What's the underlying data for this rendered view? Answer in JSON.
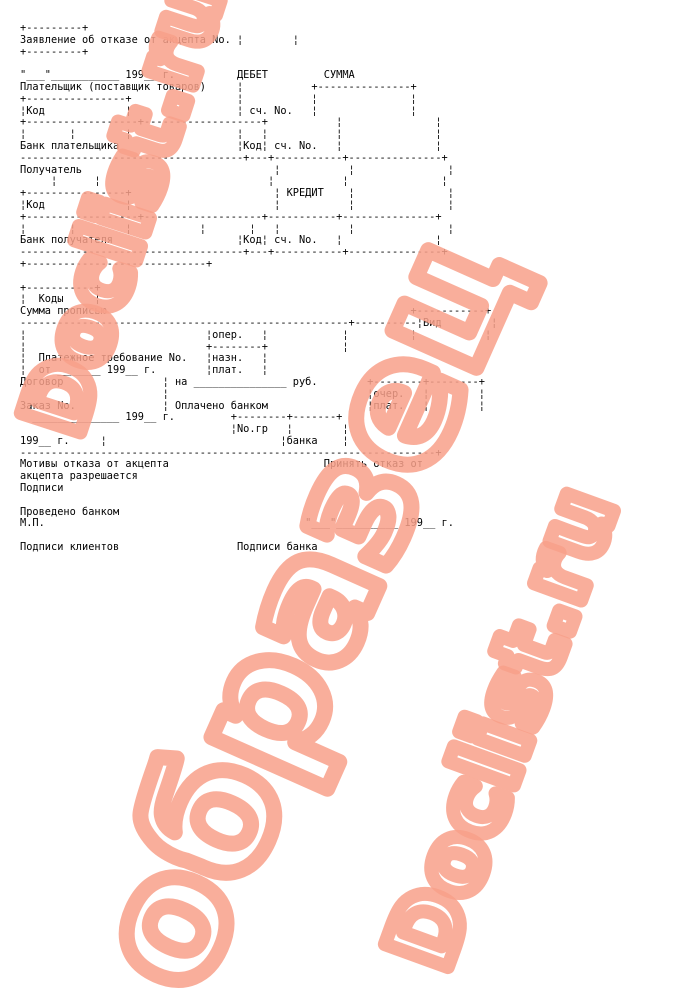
{
  "document": {
    "lines": [
      "+---------+",
      "Заявление об отказе от акцепта No. ¦        ¦",
      "+---------+",
      "",
      "\"___\"___________ 199__ г.          ДЕБЕТ         СУММА",
      "Плательщик (поставщик товаров)     ¦           +---------------+",
      "+----------------+                 ¦           ¦               ¦",
      "¦Код             ¦                 ¦ сч. No.   ¦               ¦",
      "+------------------+-------------------+           ¦               ¦",
      "¦       ¦        ¦                 ¦   ¦           ¦               ¦",
      "Банк плательщика                   ¦Код¦ сч. No.   ¦               ¦",
      "------------------------------------+---+-----------+---------------+",
      "Получатель                               ¦           ¦               ¦",
      "     ¦      ¦                           ¦           ¦               ¦",
      "+----------------+                       ¦ КРЕДИТ    ¦               ¦",
      "¦Код             ¦                       ¦           ¦               ¦",
      "+------------------+-------------------+-----------+---------------+",
      "¦       ¦        ¦           ¦       ¦   ¦           ¦               ¦",
      "Банк получателя                    ¦Код¦ сч. No.   ¦               ¦",
      "------------------------------------+---+-----------+---------------+",
      "+-----------------------------+",
      "",
      "+-----------+",
      "¦  Коды     ¦",
      "Сумма прописью                                                 +-----------+",
      "-----------------------------------------------------+----------¦Вид        ¦",
      "¦                             ¦опер.   ¦            ¦          ¦           ¦",
      "¦                             +--------+            ¦",
      "¦  Платежное требование No.   ¦назн.   ¦",
      "¦  от _______ 199__ г.        ¦плат.   ¦",
      "Договор                ¦ на _______________ руб.        +--------+--------+",
      "                       ¦                                ¦очер.   ¦        ¦",
      "Заказ No.              ¦ Оплачено банком                ¦плат.   ¦        ¦",
      "  ______________ 199__ г.         +--------+-------+",
      "                                  ¦No.гр   ¦        ¦",
      "199__ г.     ¦                            ¦банка    ¦",
      "-------------------------------------------------------------------+",
      "Мотивы отказа от акцепта                         Принять отказ от",
      "акцепта разрешается",
      "Подписи",
      "",
      "Проведено банком",
      "М.П.                                          \"___\"__________ 199__ г.",
      "",
      "Подписи клиентов                   Подписи банка"
    ]
  },
  "watermark": {
    "texts": [
      "Doclist.ru",
      "образец",
      "Doclist.ru"
    ],
    "color": "#f8a08a"
  }
}
